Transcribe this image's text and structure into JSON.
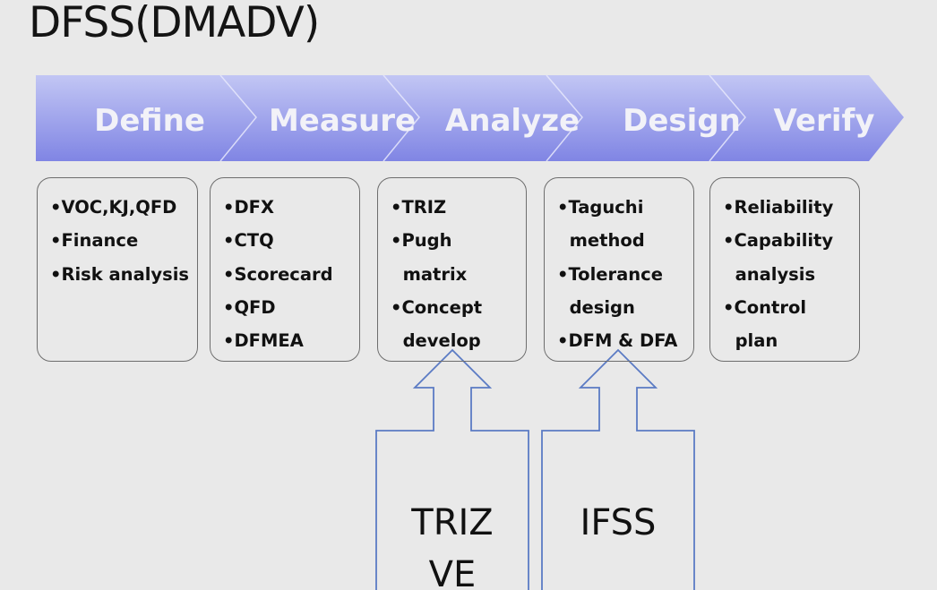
{
  "title": "DFSS(DMADV)",
  "colors": {
    "chevron_light": "#c2c6f4",
    "chevron_dark": "#8085e4",
    "chevron_text": "#f2f2f8",
    "outline_arrow": "#5b7bc4"
  },
  "phases": [
    {
      "label": "Define",
      "items": [
        "•VOC,KJ,QFD",
        "•Finance",
        "•Risk analysis"
      ]
    },
    {
      "label": "Measure",
      "items": [
        "•DFX",
        "•CTQ",
        "•Scorecard",
        "•QFD",
        "•DFMEA"
      ]
    },
    {
      "label": "Analyze",
      "items": [
        "•TRIZ",
        "•Pugh",
        "  matrix",
        "•Concept",
        "  develop"
      ]
    },
    {
      "label": "Design",
      "items": [
        "•Taguchi",
        "  method",
        "•Tolerance",
        "  design",
        "•DFM & DFA"
      ]
    },
    {
      "label": "Verify",
      "items": [
        "•Reliability",
        "•Capability",
        "  analysis",
        "•Control",
        "  plan"
      ]
    }
  ],
  "inputs": [
    {
      "lines": [
        "TRIZ",
        "VE"
      ]
    },
    {
      "lines": [
        "IFSS"
      ]
    }
  ]
}
